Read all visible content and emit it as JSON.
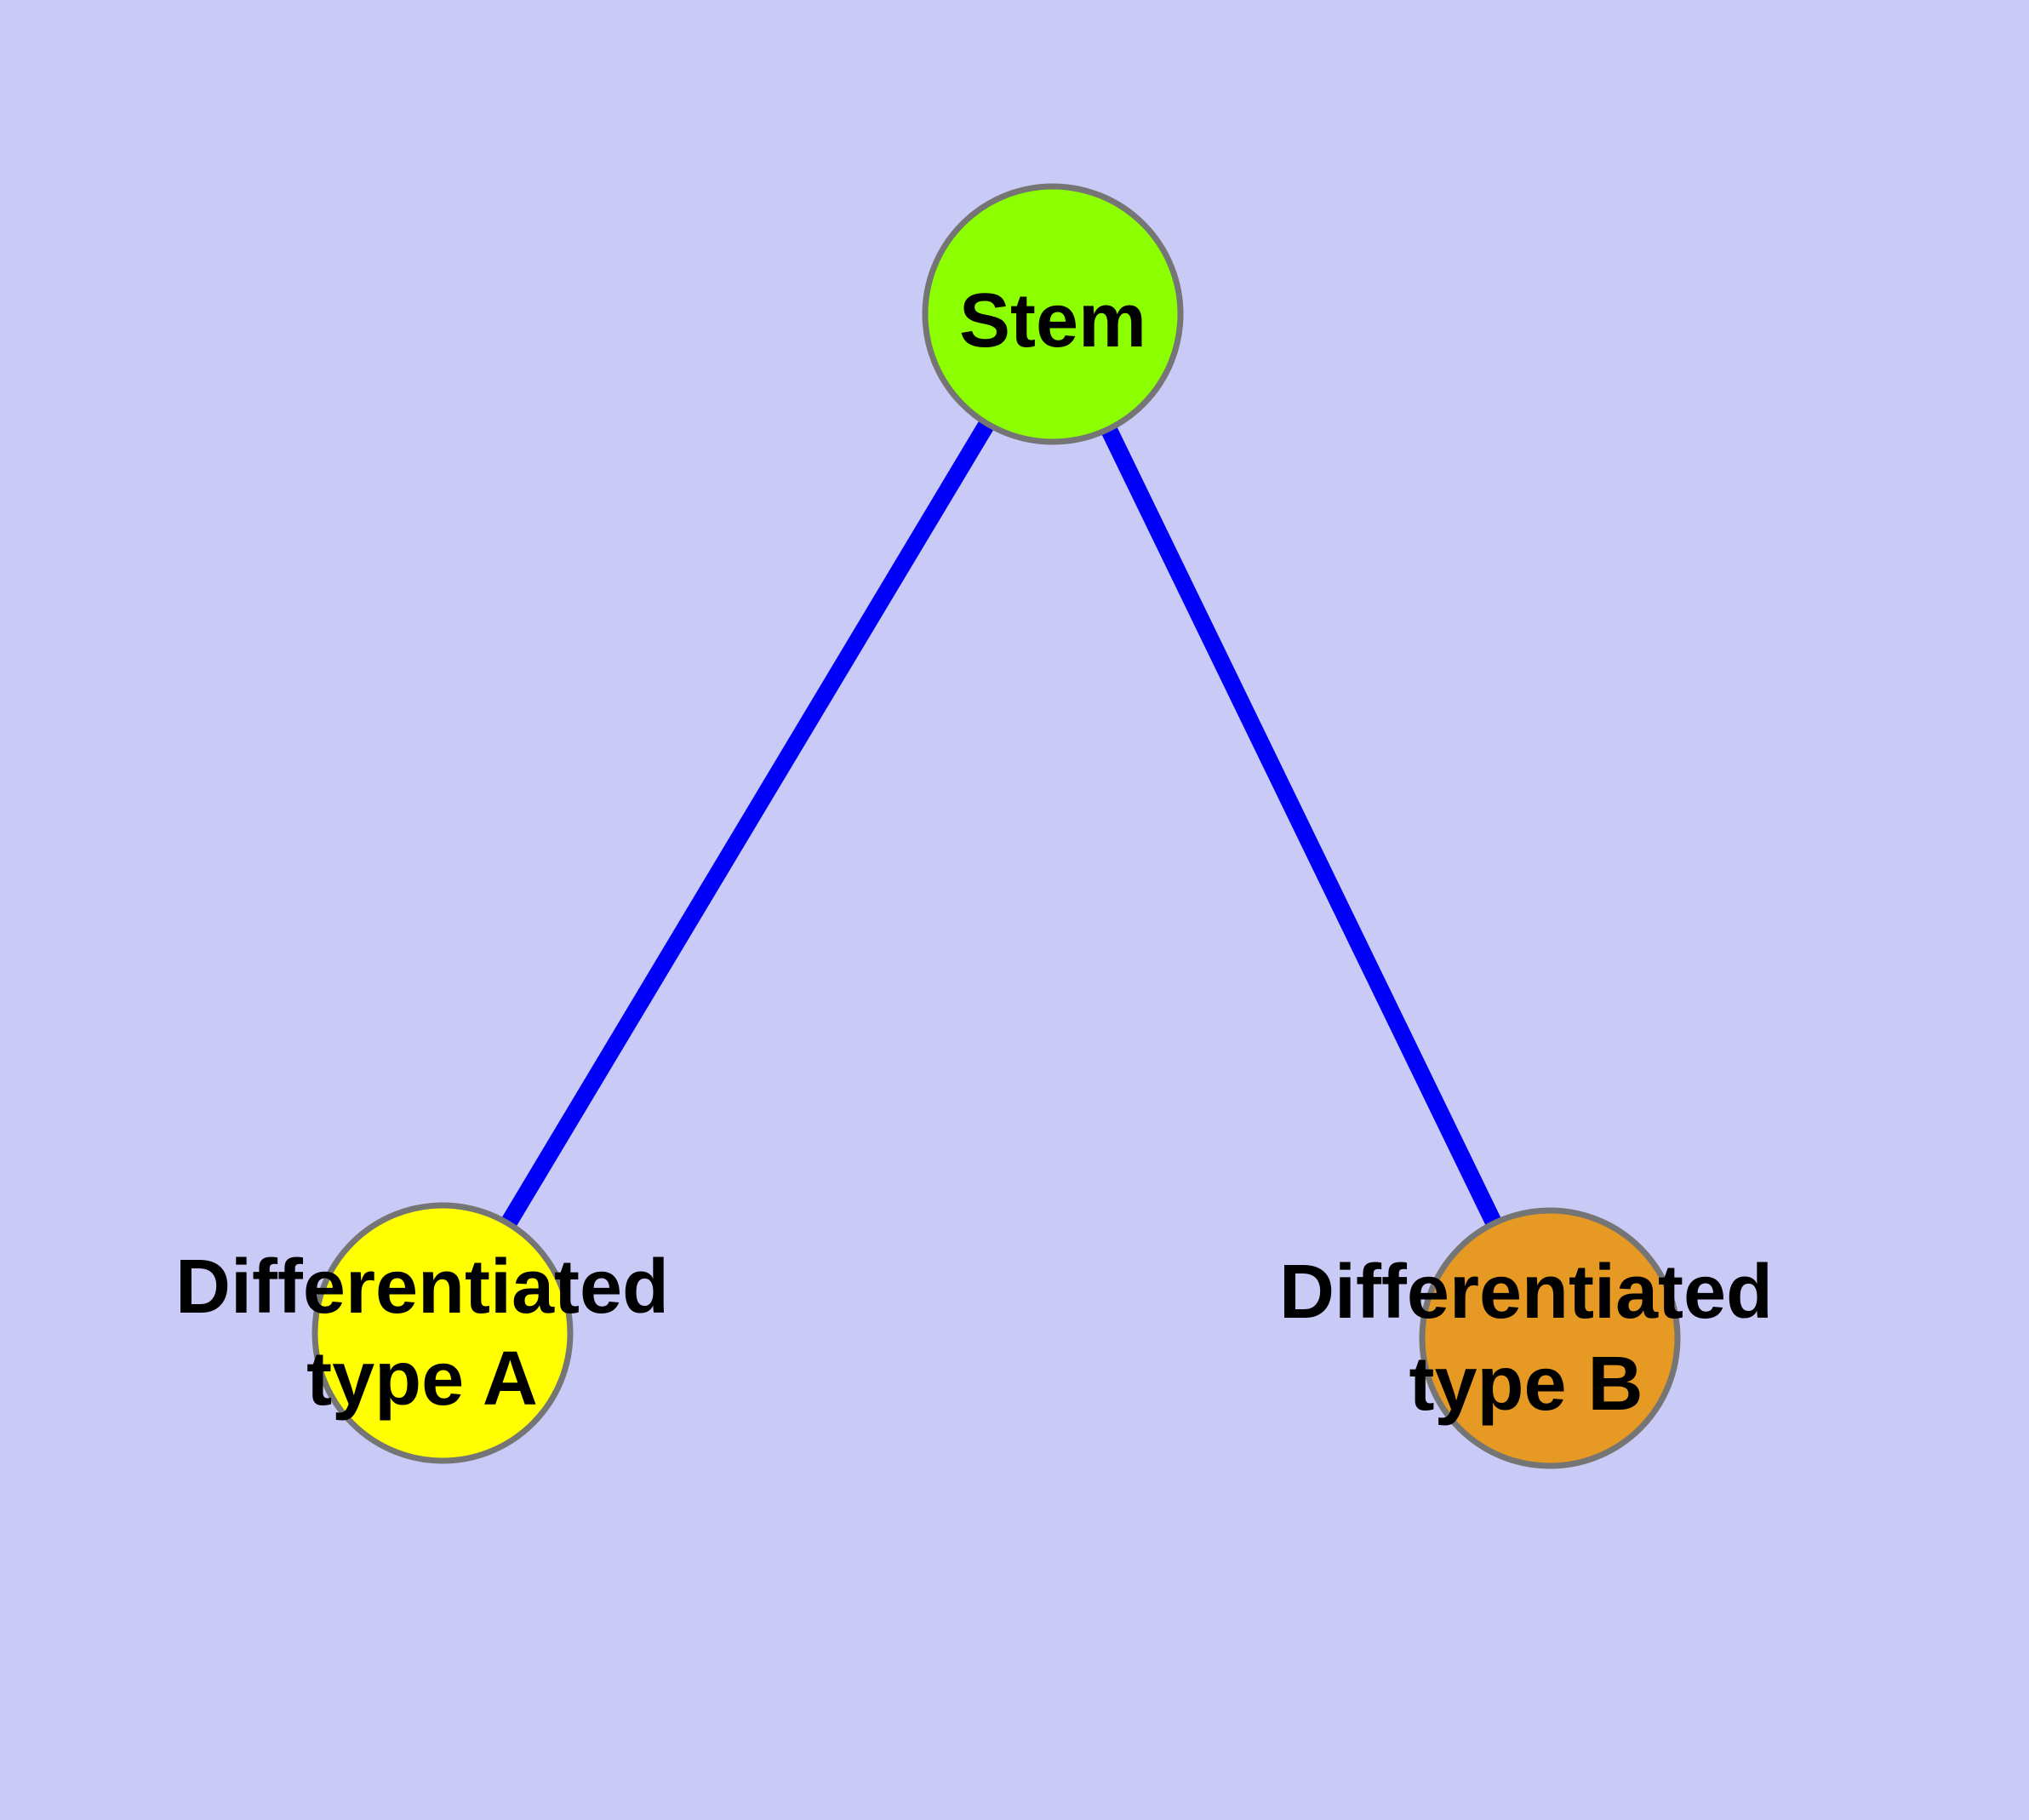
{
  "diagram": {
    "title": "",
    "background_color": "#CACAF6",
    "edge_color": "#0000F8",
    "node_border_color": "#757575",
    "text_color": "#000000",
    "nodes": {
      "stem": {
        "label": "Stem",
        "fill": "#8CFF00"
      },
      "type_a": {
        "label_line1": "Differentiated",
        "label_line2": "type A",
        "fill": "#FFFF00"
      },
      "type_b": {
        "label_line1": "Differentiated",
        "label_line2": "type B",
        "fill": "#E69923"
      }
    },
    "edges": [
      {
        "from": "Stem",
        "to": "Differentiated type A"
      },
      {
        "from": "Stem",
        "to": "Differentiated type B"
      }
    ]
  }
}
